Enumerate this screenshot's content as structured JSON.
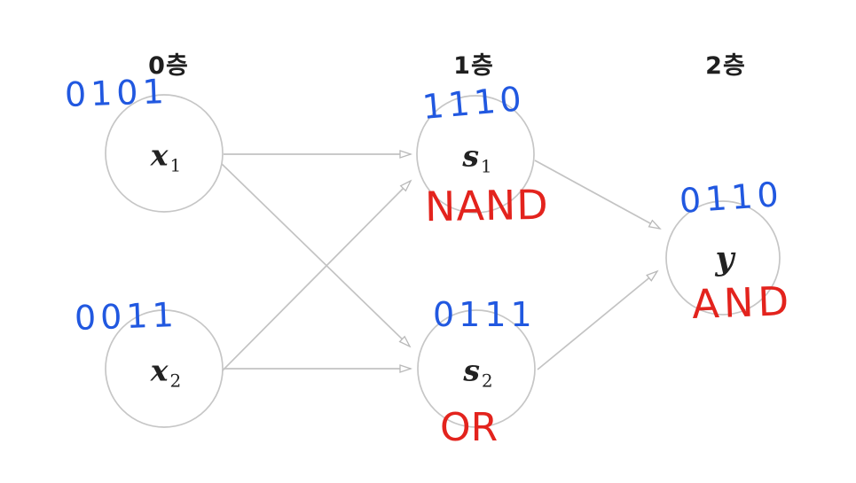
{
  "layers": [
    {
      "id": "layer-0",
      "label": "0층"
    },
    {
      "id": "layer-1",
      "label": "1층"
    },
    {
      "id": "layer-2",
      "label": "2층"
    }
  ],
  "nodes": {
    "x1": {
      "base": "x",
      "sub": "1",
      "annotation": "0101"
    },
    "x2": {
      "base": "x",
      "sub": "2",
      "annotation": "0011"
    },
    "s1": {
      "base": "s",
      "sub": "1",
      "annotation": "1110",
      "gate": "NAND"
    },
    "s2": {
      "base": "s",
      "sub": "2",
      "annotation": "0111",
      "gate": "OR"
    },
    "y": {
      "base": "y",
      "sub": "",
      "annotation": "0110",
      "gate": "AND"
    }
  },
  "edges": [
    {
      "from": "x1",
      "to": "s1"
    },
    {
      "from": "x1",
      "to": "s2"
    },
    {
      "from": "x2",
      "to": "s1"
    },
    {
      "from": "x2",
      "to": "s2"
    },
    {
      "from": "s1",
      "to": "y"
    },
    {
      "from": "s2",
      "to": "y"
    }
  ],
  "colors": {
    "annotation_blue": "#2158e0",
    "gate_red": "#e3231d",
    "edge_gray": "#c3c3c3",
    "node_stroke": "#c6c6c6",
    "label_dark": "#1f1f1f",
    "background": "#ffffff"
  }
}
